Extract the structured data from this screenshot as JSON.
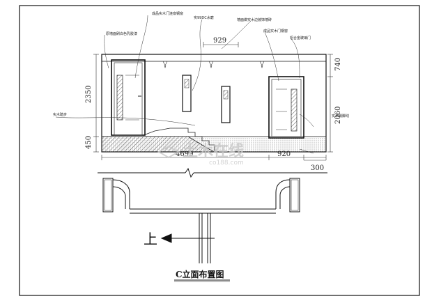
{
  "labels": {
    "top1": "成品实木门连扇钢窗",
    "top2": "实99DC水磨",
    "top3": "墙面做实木边装饰墙砖",
    "top4": "成品实木门钢窗",
    "left1": "原墙面刷白色乳胶漆",
    "right1": "铝合金玻璃门",
    "left2": "实木踏步",
    "right2": "实木踢脚线"
  },
  "dims": {
    "d929": "929",
    "d2350": "2350",
    "d740": "740",
    "d2060": "2060",
    "d450": "450",
    "d4699": "4699",
    "d920": "920",
    "d300": "300"
  },
  "arrow_label": "上",
  "title": "C立面布置图",
  "watermark": {
    "main": "土木在线",
    "sub": "co188.com"
  }
}
